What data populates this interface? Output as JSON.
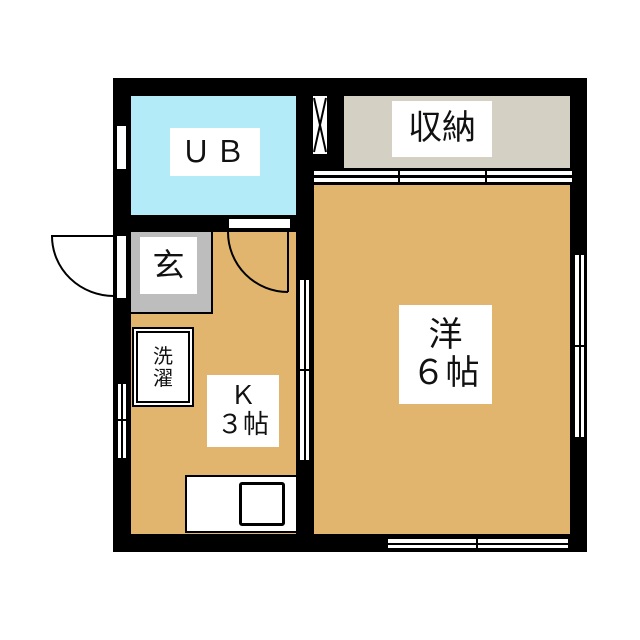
{
  "floorplan": {
    "colors": {
      "wall": "#000000",
      "bath": "#b3ecf8",
      "storage": "#d4d1c4",
      "floor": "#e1b56e",
      "entrance": "#bdbdbd",
      "label_bg": "#ffffff"
    },
    "rooms": {
      "bath": {
        "label": "ＵＢ"
      },
      "storage": {
        "label": "収納"
      },
      "western_room": {
        "line1": "洋",
        "line2": "６帖"
      },
      "entrance": {
        "label": "玄"
      },
      "laundry": {
        "line1": "洗",
        "line2": "濯"
      },
      "kitchen": {
        "line1": "Ｋ",
        "line2": "３帖"
      }
    }
  }
}
